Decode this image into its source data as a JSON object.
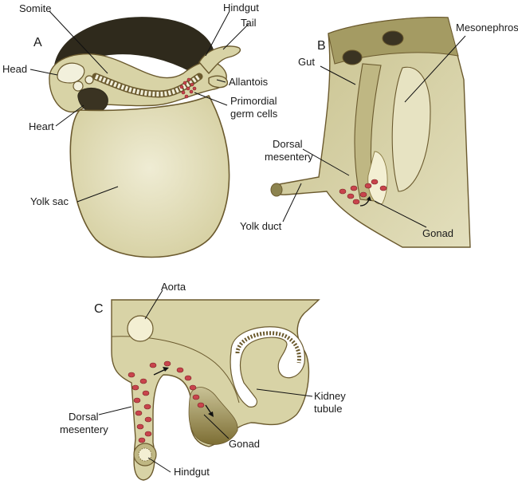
{
  "panels": {
    "a": "A",
    "b": "B",
    "c": "C"
  },
  "labels": {
    "somite": "Somite",
    "hindgut_a": "Hindgut",
    "tail": "Tail",
    "head": "Head",
    "allantois": "Allantois",
    "primordial_1": "Primordial",
    "primordial_2": "germ cells",
    "heart": "Heart",
    "yolk_sac": "Yolk sac",
    "gut": "Gut",
    "mesonephros": "Mesonephros",
    "dorsal_mesentery_b_1": "Dorsal",
    "dorsal_mesentery_b_2": "mesentery",
    "yolk_duct": "Yolk duct",
    "gonad_b": "Gonad",
    "aorta": "Aorta",
    "kidney_1": "Kidney",
    "kidney_2": "tubule",
    "dorsal_mesentery_c_1": "Dorsal",
    "dorsal_mesentery_c_2": "mesentery",
    "gonad_c": "Gonad",
    "hindgut_c": "Hindgut"
  },
  "colors": {
    "tissue": "#d8d3a6",
    "outline": "#6b5a2e",
    "germ_cell": "#c8444c",
    "gonad_shade": "#8a7a3a"
  }
}
